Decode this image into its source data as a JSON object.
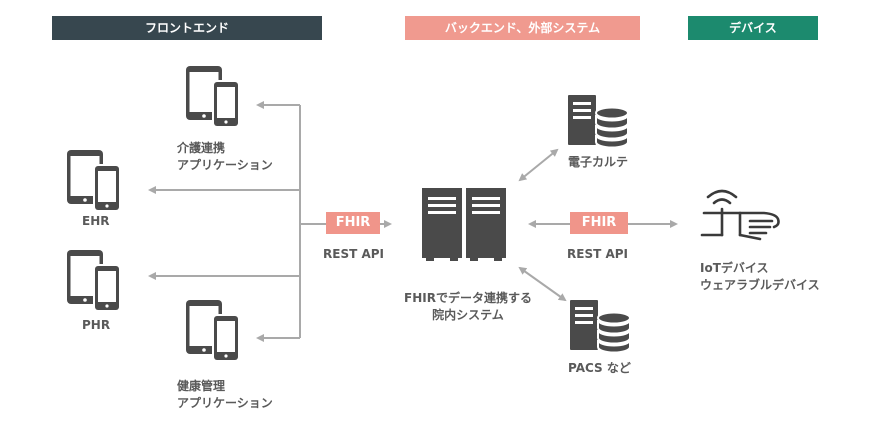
{
  "headers": {
    "frontend": "フロントエンド",
    "backend": "バックエンド、外部システム",
    "devices": "デバイス"
  },
  "nodes": {
    "care_app": [
      "介護連携",
      "アプリケーション"
    ],
    "ehr": "EHR",
    "phr": "PHR",
    "health_app": [
      "健康管理",
      "アプリケーション"
    ],
    "hospital": [
      "FHIRでデータ連携する",
      "院内システム"
    ],
    "emr": "電子カルテ",
    "pacs": "PACS など",
    "iot": [
      "IoTデバイス",
      "ウェアラブルデバイス"
    ]
  },
  "badges": {
    "left": "FHIR",
    "right": "FHIR"
  },
  "protocol_labels": {
    "left": "REST API",
    "right": "REST API"
  },
  "colors": {
    "frontend_header": "#37474f",
    "backend_header": "#f09a8f",
    "devices_header": "#1c8a6e",
    "fhir_badge": "#f0958a",
    "arrow": "#a9a9a9",
    "icon": "#4a4a4a"
  },
  "icons": {
    "care_app": "tablet-phone-icon",
    "ehr": "tablet-phone-icon",
    "phr": "tablet-phone-icon",
    "health_app": "tablet-phone-icon",
    "hospital": "server-pair-icon",
    "emr": "server-database-icon",
    "pacs": "server-database-icon",
    "iot": "wearable-hand-icon"
  }
}
